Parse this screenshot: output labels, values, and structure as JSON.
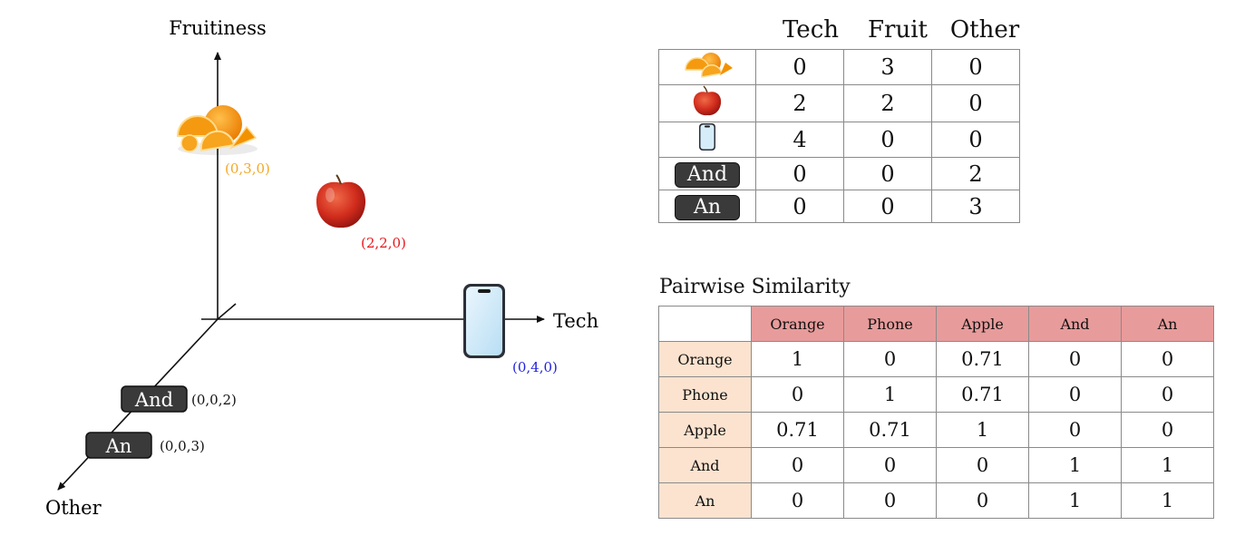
{
  "axes": {
    "x_label": "Tech",
    "y_label": "Fruitiness",
    "z_label": "Other"
  },
  "points": [
    {
      "icon": "orange-icon",
      "coord_label": "(0,3,0)",
      "color": "#f5a623"
    },
    {
      "icon": "apple-icon",
      "coord_label": "(2,2,0)",
      "color": "#e8171a"
    },
    {
      "icon": "phone-icon",
      "coord_label": "(0,4,0)",
      "color": "#2222dd"
    },
    {
      "word": "And",
      "coord_label": "(0,0,2)",
      "color": "#111111"
    },
    {
      "word": "An",
      "coord_label": "(0,0,3)",
      "color": "#111111"
    }
  ],
  "embedding_table": {
    "headers": [
      "Tech",
      "Fruit",
      "Other"
    ],
    "rows": [
      {
        "item": "orange-icon",
        "values": [
          "0",
          "3",
          "0"
        ]
      },
      {
        "item": "apple-icon",
        "values": [
          "2",
          "2",
          "0"
        ]
      },
      {
        "item": "phone-icon",
        "values": [
          "4",
          "0",
          "0"
        ]
      },
      {
        "item": "And",
        "values": [
          "0",
          "0",
          "2"
        ]
      },
      {
        "item": "An",
        "values": [
          "0",
          "0",
          "3"
        ]
      }
    ]
  },
  "similarity_table": {
    "title": "Pairwise Similarity",
    "columns": [
      "Orange",
      "Phone",
      "Apple",
      "And",
      "An"
    ],
    "rows": [
      {
        "label": "Orange",
        "values": [
          "1",
          "0",
          "0.71",
          "0",
          "0"
        ]
      },
      {
        "label": "Phone",
        "values": [
          "0",
          "1",
          "0.71",
          "0",
          "0"
        ]
      },
      {
        "label": "Apple",
        "values": [
          "0.71",
          "0.71",
          "1",
          "0",
          "0"
        ]
      },
      {
        "label": "And",
        "values": [
          "0",
          "0",
          "0",
          "1",
          "1"
        ]
      },
      {
        "label": "An",
        "values": [
          "0",
          "0",
          "0",
          "1",
          "1"
        ]
      }
    ],
    "header_color": "#e89b9b",
    "row_header_color": "#fbe3cf"
  }
}
